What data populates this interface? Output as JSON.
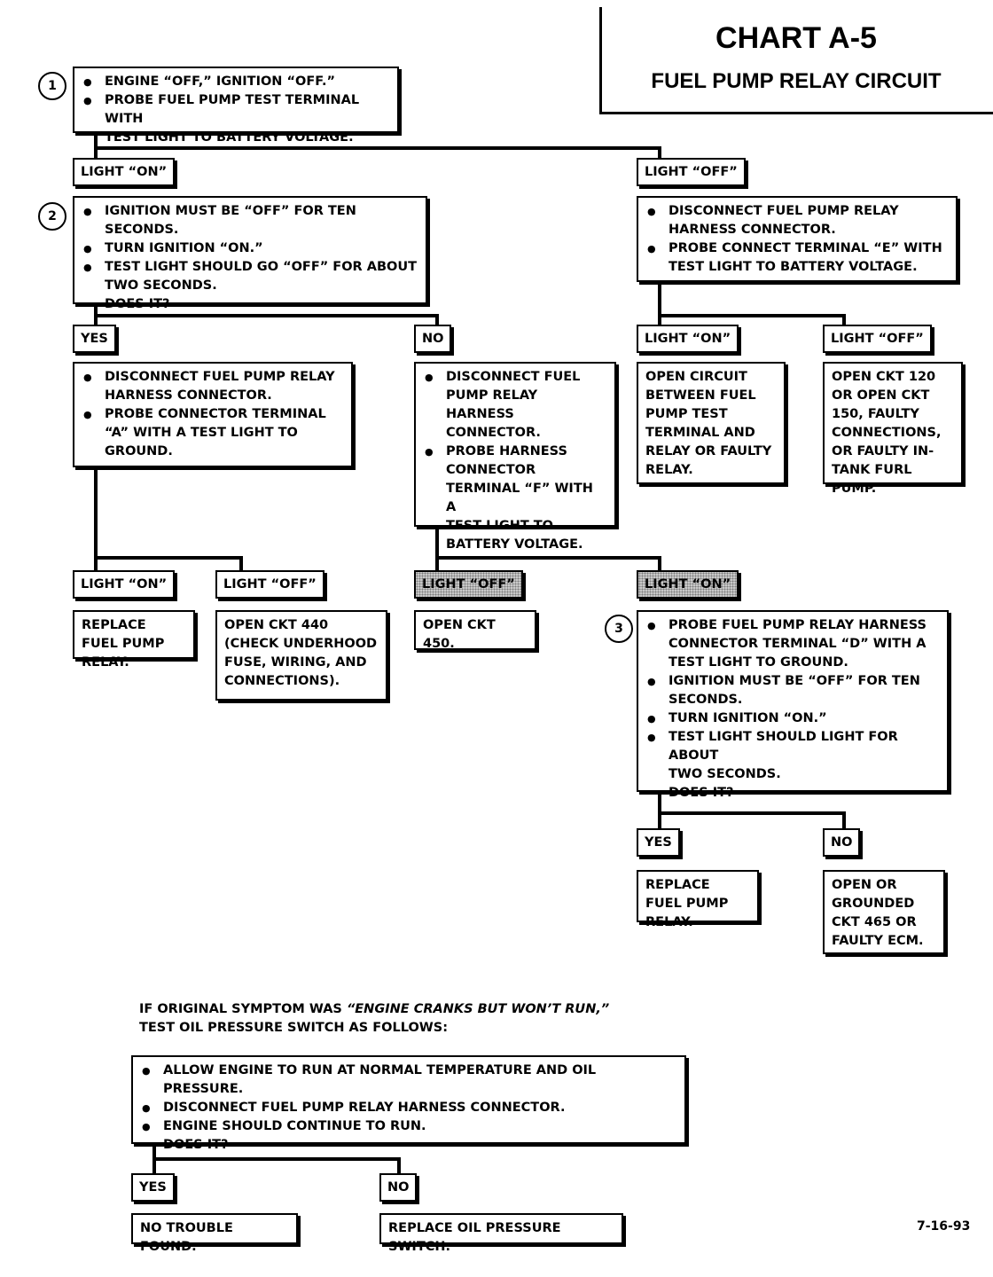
{
  "header": {
    "title": "CHART A-5",
    "subtitle": "FUEL PUMP RELAY CIRCUIT"
  },
  "steps": {
    "s1": "1",
    "s2": "2",
    "s3": "3"
  },
  "box1": {
    "items": [
      "ENGINE “OFF,” IGNITION “OFF.”",
      "PROBE FUEL PUMP TEST TERMINAL WITH\nTEST LIGHT TO BATTERY VOLTAGE."
    ]
  },
  "labels": {
    "b1_light_on": "LIGHT “ON”",
    "b1_light_off": "LIGHT “OFF”",
    "b2_yes": "YES",
    "b2_no": "NO",
    "br_light_on": "LIGHT “ON”",
    "br_light_off": "LIGHT “OFF”",
    "yes_light_on": "LIGHT “ON”",
    "yes_light_off": "LIGHT “OFF”",
    "no_light_off": "LIGHT “OFF”",
    "no_light_on": "LIGHT “ON”",
    "b3_yes": "YES",
    "b3_no": "NO",
    "oil_yes": "YES",
    "oil_no": "NO"
  },
  "box2": {
    "items": [
      "IGNITION MUST BE “OFF” FOR TEN SECONDS.",
      "TURN IGNITION “ON.”",
      "TEST LIGHT SHOULD GO “OFF” FOR ABOUT\nTWO SECONDS."
    ],
    "question": "DOES IT?"
  },
  "box_right": {
    "items": [
      "DISCONNECT FUEL PUMP RELAY\nHARNESS CONNECTOR.",
      "PROBE CONNECT TERMINAL “E” WITH\nTEST LIGHT TO BATTERY VOLTAGE."
    ]
  },
  "box_yes": {
    "items": [
      "DISCONNECT FUEL PUMP RELAY\nHARNESS CONNECTOR.",
      "PROBE CONNECTOR TERMINAL\n“A” WITH A TEST LIGHT TO\nGROUND."
    ]
  },
  "box_no": {
    "items": [
      "DISCONNECT FUEL\nPUMP RELAY HARNESS\nCONNECTOR.",
      "PROBE HARNESS\nCONNECTOR\nTERMINAL “F” WITH A\nTEST LIGHT TO\nBATTERY VOLTAGE."
    ]
  },
  "results": {
    "open_circuit": "OPEN CIRCUIT\nBETWEEN FUEL\nPUMP TEST\nTERMINAL AND\nRELAY OR FAULTY\nRELAY.",
    "open_ckt_120": "OPEN CKT 120 OR\nOPEN CKT 150,\nFAULTY\nCONNECTIONS, OR\nFAULTY IN-TANK\nFURL PUMP.",
    "replace_relay_1": "REPLACE FUEL\nPUMP RELAY.",
    "open_ckt_440": "OPEN CKT 440 (CHECK\nUNDERHOOD FUSE,\nWIRING, AND\nCONNECTIONS).",
    "open_ckt_450": "OPEN CKT 450.",
    "replace_relay_2": "REPLACE FUEL\nPUMP RELAY.",
    "open_ckt_465": "OPEN OR\nGROUNDED\nCKT 465 OR\nFAULTY ECM.",
    "no_trouble": "NO TROUBLE FOUND.",
    "replace_oil": "REPLACE OIL PRESSURE SWITCH."
  },
  "box3": {
    "items": [
      "PROBE FUEL PUMP RELAY HARNESS\nCONNECTOR TERMINAL “D” WITH A\nTEST LIGHT TO GROUND.",
      "IGNITION MUST BE “OFF” FOR TEN\nSECONDS.",
      "TURN IGNITION “ON.”",
      "TEST LIGHT SHOULD LIGHT FOR ABOUT\nTWO SECONDS."
    ],
    "question": "DOES IT?"
  },
  "note": {
    "prefix": "IF ORIGINAL SYMPTOM WAS ",
    "symptom": "“ENGINE CRANKS BUT WON’T RUN,”",
    "line2": "TEST OIL PRESSURE SWITCH AS FOLLOWS:"
  },
  "box_oil": {
    "items": [
      "ALLOW ENGINE TO RUN AT NORMAL TEMPERATURE AND OIL PRESSURE.",
      "DISCONNECT FUEL PUMP RELAY HARNESS CONNECTOR.",
      "ENGINE SHOULD CONTINUE TO RUN."
    ],
    "question": "DOES IT?"
  },
  "footer": {
    "date": "7-16-93"
  }
}
